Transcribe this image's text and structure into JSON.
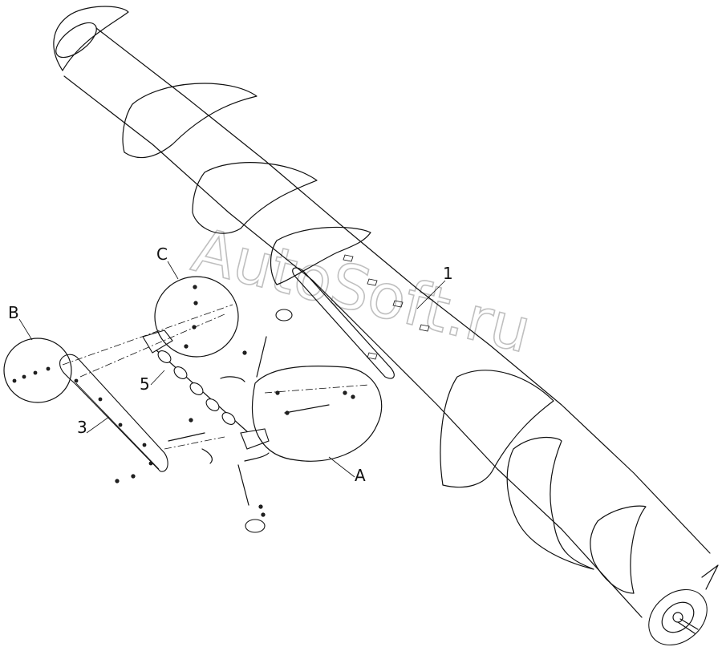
{
  "diagram": {
    "callouts": {
      "part_1": "1",
      "part_3": "3",
      "part_5": "5",
      "detail_a": "A",
      "detail_b": "B",
      "detail_c": "C"
    },
    "watermark": "AutoSoft.ru"
  }
}
